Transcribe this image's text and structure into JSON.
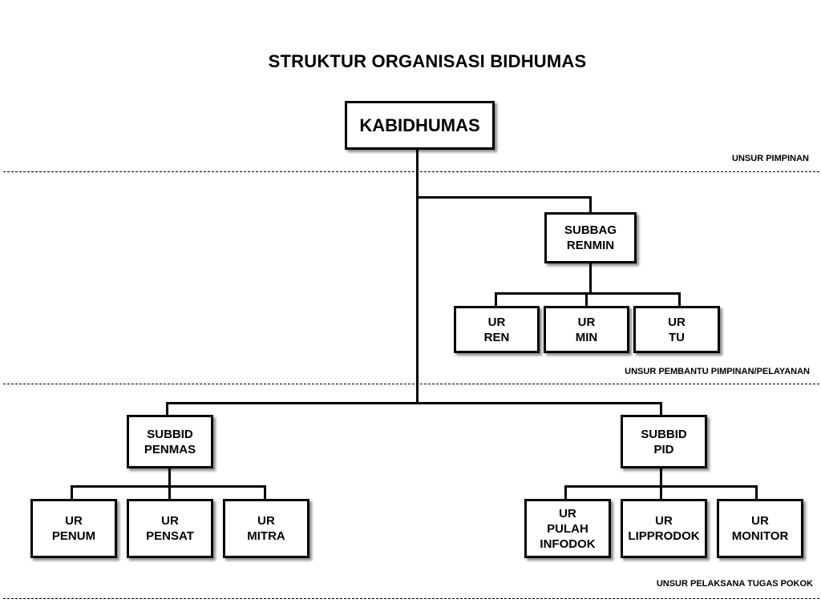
{
  "title": "STRUKTUR ORGANISASI BIDHUMAS",
  "zones": {
    "pimpinan": "UNSUR PIMPINAN",
    "pembantu": "UNSUR  PEMBANTU PIMPINAN/PELAYANAN",
    "pelaksana": "UNSUR PELAKSANA TUGAS POKOK"
  },
  "nodes": {
    "kabidhumas": [
      "KABIDHUMAS"
    ],
    "subbag_renmin": [
      "SUBBAG",
      "RENMIN"
    ],
    "ur_ren": [
      "UR",
      "REN"
    ],
    "ur_min": [
      "UR",
      "MIN"
    ],
    "ur_tu": [
      "UR",
      "TU"
    ],
    "subbid_penmas": [
      "SUBBID",
      "PENMAS"
    ],
    "subbid_pid": [
      "SUBBID",
      "PID"
    ],
    "ur_penum": [
      "UR",
      "PENUM"
    ],
    "ur_pensat": [
      "UR",
      "PENSAT"
    ],
    "ur_mitra": [
      "UR",
      "MITRA"
    ],
    "ur_pulah_infodok": [
      "UR",
      "PULAH",
      "INFODOK"
    ],
    "ur_lipprodok": [
      "UR",
      "LIPPRODOK"
    ],
    "ur_monitor": [
      "UR",
      "MONITOR"
    ]
  }
}
